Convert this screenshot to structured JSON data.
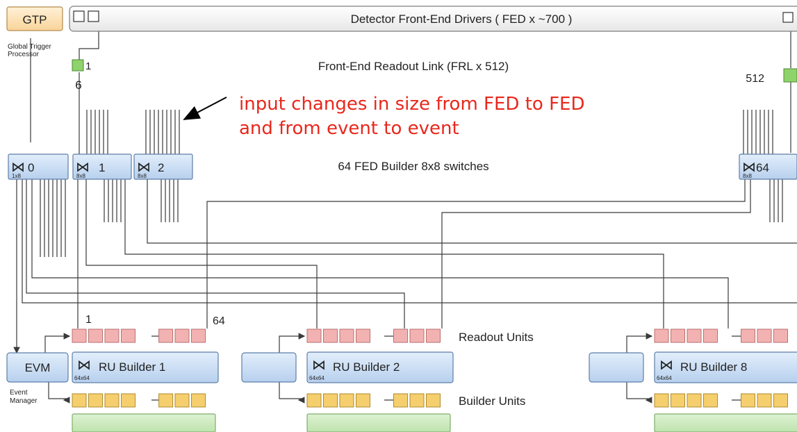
{
  "gtp": {
    "label": "GTP",
    "caption_line1": "Global Trigger",
    "caption_line2": "Processor"
  },
  "fed_bar": {
    "label": "Detector Front-End Drivers ( FED x ~700 )"
  },
  "frl": {
    "label": "Front-End Readout Link (FRL x 512)",
    "first_index": "1",
    "last_index": "512",
    "link_symbol": "6"
  },
  "annotation": {
    "line1": "input changes in size from FED to FED",
    "line2": "and from event to event"
  },
  "fed_builders": {
    "label": "64 FED Builder 8x8 switches",
    "switches": [
      {
        "number": "0",
        "size": "1x8"
      },
      {
        "number": "1",
        "size": "8x8"
      },
      {
        "number": "2",
        "size": "8x8"
      },
      {
        "number": "64",
        "size": "8x8"
      }
    ]
  },
  "ru_index": {
    "first": "1",
    "last": "64"
  },
  "evm": {
    "label": "EVM",
    "caption_line1": "Event",
    "caption_line2": "Manager"
  },
  "ru_builders": [
    {
      "label": "RU Builder 1",
      "size": "64x64"
    },
    {
      "label": "RU Builder 2",
      "size": "64x64"
    },
    {
      "label": "RU Builder 8",
      "size": "64x64"
    }
  ],
  "unit_labels": {
    "readout": "Readout Units",
    "builder": "Builder Units"
  },
  "colors": {
    "gtp_fill": "#fde2b8",
    "box_fill": "#c9ddf3",
    "box_stroke": "#5d7ea8",
    "readout_unit": "#f3b2b2",
    "builder_unit": "#f5cf6e",
    "filter_farm": "#c9e7bd",
    "link_green": "#8fd36b",
    "annotation_red": "#e8271c",
    "line": "#3a3a3a"
  }
}
